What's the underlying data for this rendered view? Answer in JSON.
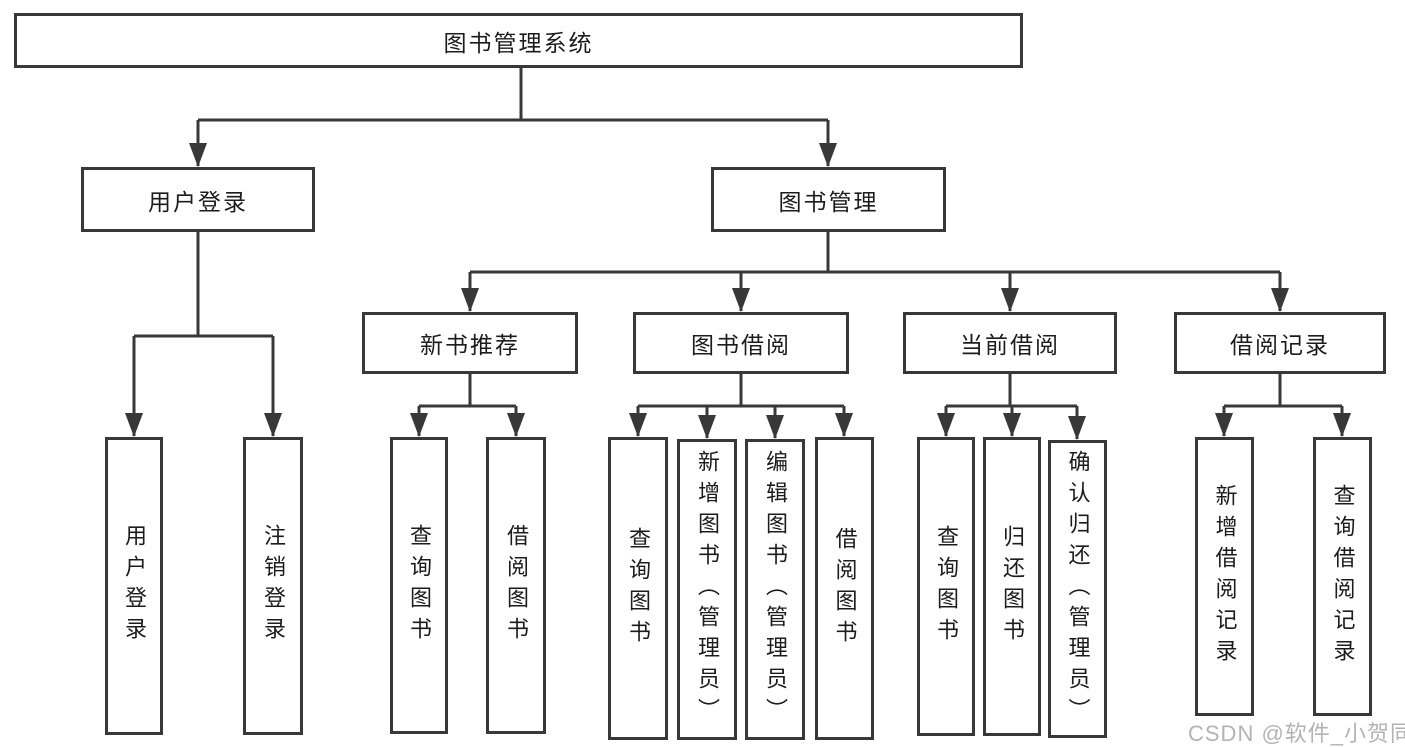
{
  "diagram": {
    "root": {
      "label": "图书管理系统"
    },
    "level2": [
      {
        "label": "用户登录"
      },
      {
        "label": "图书管理"
      }
    ],
    "level3": [
      {
        "label": "新书推荐"
      },
      {
        "label": "图书借阅"
      },
      {
        "label": "当前借阅"
      },
      {
        "label": "借阅记录"
      }
    ],
    "leaves": {
      "user_login": [
        {
          "label": "用户登录"
        },
        {
          "label": "注销登录"
        }
      ],
      "new_book": [
        {
          "label": "查询图书"
        },
        {
          "label": "借阅图书"
        }
      ],
      "book_borrow": [
        {
          "label": "查询图书"
        },
        {
          "label": "新增图书（管理员）"
        },
        {
          "label": "编辑图书（管理员）"
        },
        {
          "label": "借阅图书"
        }
      ],
      "current_borrow": [
        {
          "label": "查询图书"
        },
        {
          "label": "归还图书"
        },
        {
          "label": "确认归还（管理员）"
        }
      ],
      "borrow_record": [
        {
          "label": "新增借阅记录"
        },
        {
          "label": "查询借阅记录"
        }
      ]
    }
  },
  "watermark": {
    "text": "CSDN @软件_小贺同学"
  },
  "colors": {
    "line": "#383838",
    "text": "#1c1c1c",
    "watermark": "#b3b3b3",
    "background": "#ffffff"
  }
}
